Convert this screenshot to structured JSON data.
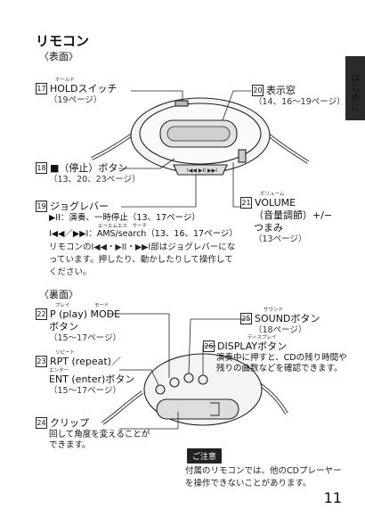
{
  "page": {
    "title": "リモコン",
    "section_front": "〈表面〉",
    "section_back": "〈裏面〉",
    "side_tab": "はじめに",
    "page_number": "11",
    "caution_label": "ご注意",
    "caution_text": "付属のリモコンでは、他のCDプレーヤーを操作できないことがあります。"
  },
  "front": {
    "c17": {
      "num": "17",
      "ruby": "ホールド",
      "label": "HOLDスイッチ",
      "ref": "（19ページ）"
    },
    "c20": {
      "num": "20",
      "label": "表示窓",
      "ref": "（14、16〜19ページ）"
    },
    "c18": {
      "num": "18",
      "label": "■（停止）ボタン",
      "ref": "（13、20、23ページ）"
    },
    "c19": {
      "num": "19",
      "label": "ジョグレバー",
      "line1": "▶II：演奏、一時停止（13、17ページ）",
      "ruby": "エーエムエス　サーチ",
      "line2": "I◀◀／▶▶I：AMS/search（13、16、17ページ）",
      "note": "リモコンのI◀◀・▶II・▶▶I部はジョグレバーになっています。押したり、動かしたりして操作してください。"
    },
    "c21": {
      "num": "21",
      "ruby": "ボリューム",
      "label": "VOLUME",
      "line2": "（音量調節）+/−",
      "line3": "つまみ",
      "ref": "（13ページ）"
    }
  },
  "back": {
    "c22": {
      "num": "22",
      "ruby": "プレイ　　　　　モード",
      "label": "P (play) MODE",
      "line2": "ボタン",
      "ref": "（15〜17ページ）"
    },
    "c23": {
      "num": "23",
      "ruby1": "リピート",
      "label": "RPT (repeat)／",
      "ruby2": "エンター",
      "line2": "ENT (enter)ボタン",
      "ref": "（15〜17ページ）"
    },
    "c24": {
      "num": "24",
      "label": "クリップ",
      "line2": "回して角度を変えることが",
      "line3": "できます。"
    },
    "c25": {
      "num": "25",
      "ruby": "サウンド",
      "label": "SOUNDボタン",
      "ref": "（18ページ）"
    },
    "c26": {
      "num": "26",
      "ruby": "ディスプレイ",
      "label": "DISPLAYボタン",
      "line2": "演奏中に押すと、CDの残り時間や",
      "line3": "残りの曲数などを確認できます。"
    }
  }
}
